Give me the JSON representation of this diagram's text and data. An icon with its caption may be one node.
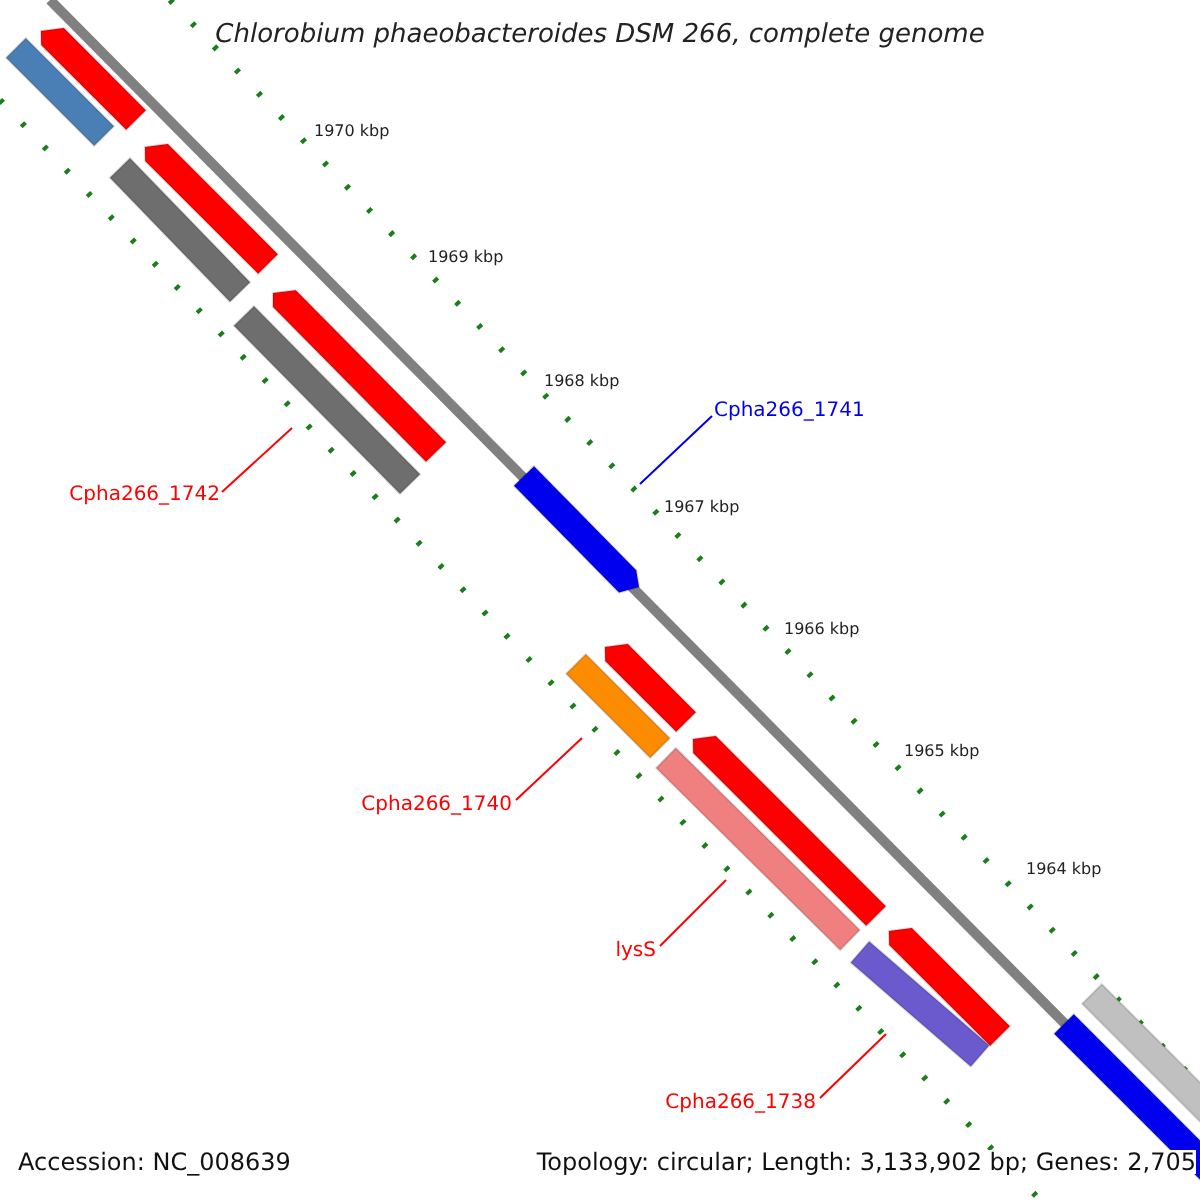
{
  "diagram": {
    "title": "Chlorobium phaeobacteroides DSM 266, complete genome",
    "nodes": [
      {
        "text": [
          "Cpha266_1741"
        ]
      },
      {
        "text": [
          "Cpha266_1742"
        ]
      },
      {
        "text": [
          "Cpha266_1740"
        ]
      },
      {
        "text": [
          "lysS"
        ]
      },
      {
        "text": [
          "Cpha266_1738"
        ]
      },
      {
        "text": [],
        "shape": "bar"
      },
      {
        "text": [],
        "shape": "bar"
      },
      {
        "text": [],
        "shape": "bar"
      },
      {
        "text": [],
        "shape": "bar"
      },
      {
        "text": [],
        "shape": "bar"
      },
      {
        "text": [],
        "shape": "bar"
      },
      {
        "text": [],
        "shape": "bar"
      },
      {
        "text": [],
        "shape": "bar"
      },
      {
        "text": [],
        "shape": "bar"
      },
      {
        "text": [],
        "shape": "bar"
      },
      {
        "text": [],
        "shape": "bar"
      },
      {
        "text": [],
        "shape": "bar"
      },
      {
        "text": [],
        "shape": "bar"
      },
      {
        "text": [],
        "shape": "bar"
      },
      {
        "text": [],
        "shape": "bar"
      }
    ],
    "edges": [
      {
        "from": 0,
        "to": 11,
        "arrow": "none",
        "color": "#0000ee"
      },
      {
        "from": 1,
        "to": 10,
        "arrow": "none"
      },
      {
        "from": 2,
        "to": 13,
        "arrow": "none"
      },
      {
        "from": 3,
        "to": 15,
        "arrow": "none"
      },
      {
        "from": 4,
        "to": 17,
        "arrow": "none"
      }
    ],
    "labels": [
      "1970 kbp",
      "1969 kbp",
      "1968 kbp",
      "1967 kbp",
      "1966 kbp",
      "1965 kbp",
      "1964 kbp",
      "Accession: NC_008639",
      "Topology: circular; Length: 3,133,902 bp; Genes: 2,705"
    ]
  }
}
